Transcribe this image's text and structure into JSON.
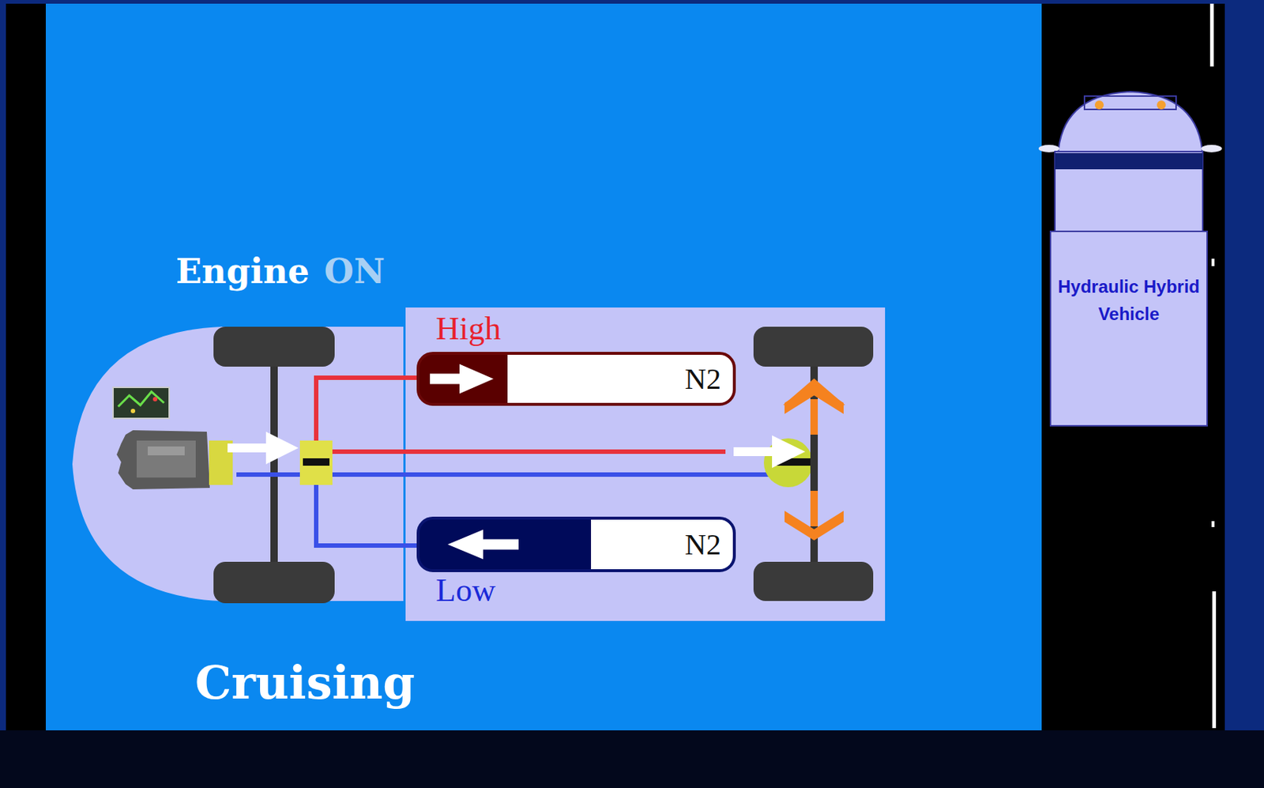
{
  "diagram": {
    "nodes": [
      {
        "text": [
          "High",
          "N2"
        ]
      },
      {
        "text": [
          "N2",
          "Low"
        ]
      },
      {
        "text": [
          "Hydraulic Hybrid Vehicle"
        ]
      }
    ],
    "labels": [
      "Engine",
      "ON",
      "Cruising"
    ]
  }
}
